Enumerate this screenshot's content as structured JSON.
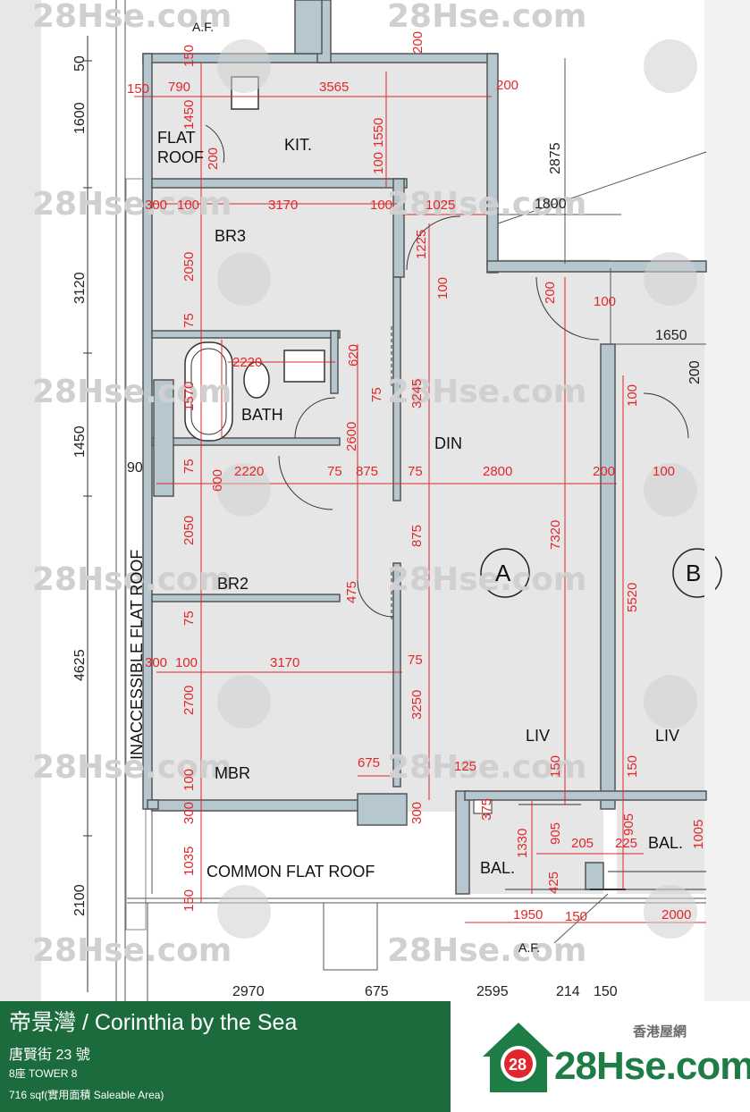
{
  "estate": {
    "name": "帝景灣 / Corinthia by the Sea",
    "street": "唐賢街 23 號",
    "tower": "8座   TOWER 8",
    "area": "716 sqf(實用面積 Saleable Area)"
  },
  "brand": {
    "tagline": "香港屋網",
    "wordmark": "28Hse.com",
    "badge": "28",
    "watermark": "28Hse.com",
    "accent": "#1e7c45",
    "badge_color": "#e0272b",
    "panel_color": "#1c6b3c"
  },
  "rooms": {
    "kit": "KIT.",
    "br3": "BR3",
    "bath": "BATH",
    "din": "DIN",
    "br2": "BR2",
    "mbr": "MBR",
    "liv": "LIV",
    "liv_b": "LIV",
    "bal": "BAL.",
    "bal_b": "BAL.",
    "flat_roof_1": "FLAT",
    "flat_roof_2": "ROOF",
    "common_flat_roof": "COMMON FLAT ROOF",
    "inaccessible": "INACCESSIBLE FLAT ROOF",
    "af_top": "A.F.",
    "af_bottom": "A.F.",
    "unit_a": "A",
    "unit_b": "B"
  },
  "dims_black": {
    "d50": "50",
    "d1600": "1600",
    "d3120": "3120",
    "d1450": "1450",
    "d90": "90",
    "d4625": "4625",
    "d2100": "2100",
    "d2875": "2875",
    "d1800": "1800",
    "d1650": "1650",
    "d200": "200",
    "d2970": "2970",
    "d675": "675",
    "d2595": "2595",
    "d214": "214",
    "d150": "150"
  },
  "dims_red": {
    "r150a": "150",
    "r790": "790",
    "r3565": "3565",
    "r200a": "200",
    "r200b": "200",
    "r150v": "150",
    "r1450v": "1450",
    "r200v": "200",
    "r1550v": "1550",
    "r100v": "100",
    "r300a": "300",
    "r100a": "100",
    "r3170a": "3170",
    "r100b": "100",
    "r1025": "1025",
    "r1225v": "1225",
    "r100c": "100",
    "r2050a": "2050",
    "r75a": "75",
    "r2220a": "2220",
    "r620v": "620",
    "r75b": "75",
    "r3245v": "3245",
    "r1570v": "1570",
    "r2600v": "2600",
    "r75c": "75",
    "r600v": "600",
    "r2220b": "2220",
    "r75d": "75",
    "r875a": "875",
    "r75e": "75",
    "r2800": "2800",
    "r200c": "200",
    "r100d": "100",
    "r2050b": "2050",
    "r475v": "475",
    "r875v": "875",
    "r7320v": "7320",
    "r75f": "75",
    "r5520v": "5520",
    "r300b": "300",
    "r100e": "100",
    "r3170b": "3170",
    "r75g": "75",
    "r2700v": "2700",
    "r3250v": "3250",
    "r100f": "100",
    "r675": "675",
    "r125": "125",
    "r150b": "150",
    "r150c": "150",
    "r300c": "300",
    "r300d": "300",
    "r375": "375",
    "r1330": "1330",
    "r905a": "905",
    "r205": "205",
    "r225": "225",
    "r905b": "905",
    "r1035": "1035",
    "r150d": "150",
    "r425": "425",
    "r1950": "1950",
    "r150e": "150",
    "r2000": "2000",
    "r1005": "1005",
    "r200d": "200",
    "r100g": "100",
    "r100h": "100"
  }
}
